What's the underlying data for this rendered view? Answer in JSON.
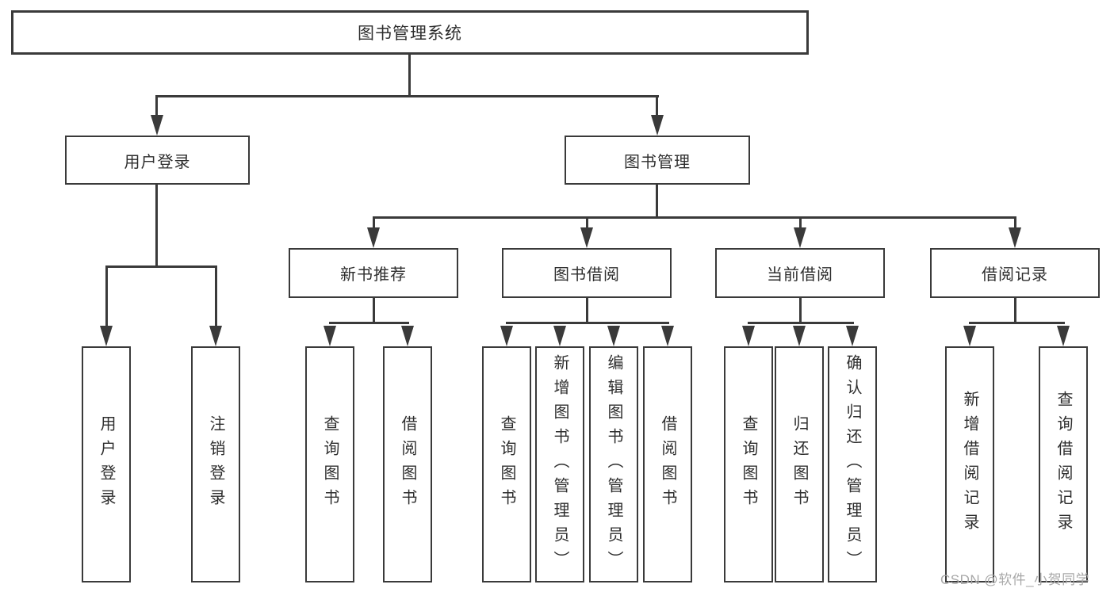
{
  "root": {
    "label": "图书管理系统"
  },
  "branches": {
    "user_login": {
      "label": "用户登录",
      "children": [
        "用户登录",
        "注销登录"
      ]
    },
    "book_mgmt": {
      "label": "图书管理"
    }
  },
  "modules": [
    {
      "label": "新书推荐",
      "children": [
        "查询图书",
        "借阅图书"
      ]
    },
    {
      "label": "图书借阅",
      "children": [
        "查询图书",
        "新增图书（管理员）",
        "编辑图书（管理员）",
        "借阅图书"
      ]
    },
    {
      "label": "当前借阅",
      "children": [
        "查询图书",
        "归还图书",
        "确认归还（管理员）"
      ]
    },
    {
      "label": "借阅记录",
      "children": [
        "新增借阅记录",
        "查询借阅记录"
      ]
    }
  ],
  "watermark": {
    "text": "CSDN @软件_小贺同学"
  },
  "colors": {
    "line": "#3a3a3a",
    "text": "#2e2e2e",
    "background": "#ffffff",
    "watermark": "#a8a8a8"
  }
}
